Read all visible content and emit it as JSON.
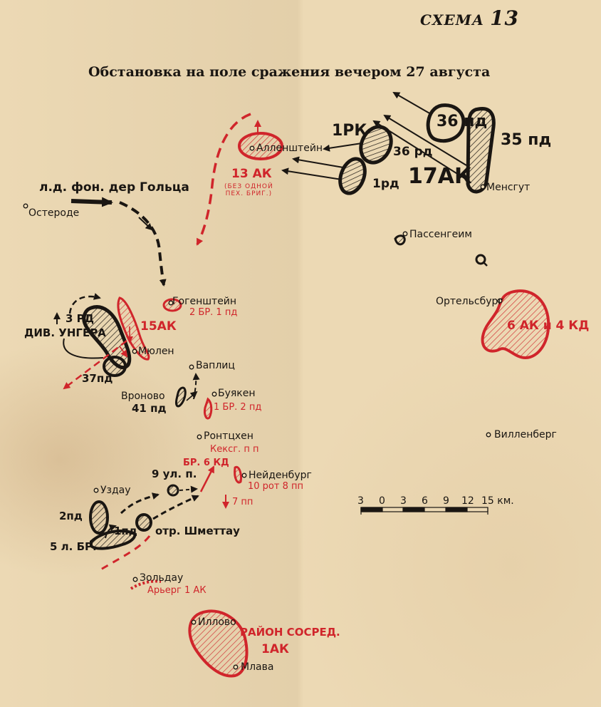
{
  "header": {
    "scheme_label": "СХЕМА",
    "scheme_number": "13",
    "title": "Обстановка на поле сражения вечером 27 августа"
  },
  "places": {
    "allenstein": "Алленштейн",
    "osterode": "Остероде",
    "mensgut": "Менсгут",
    "passenheim": "Пассенгеим",
    "hohenstein": "Гогенштейн",
    "ortelsburg": "Ортельсбург",
    "mulen": "Мюлен",
    "waplitz": "Ваплиц",
    "wronowo": "Вроново",
    "buyaken": "Буякен",
    "rontshen": "Ронтцхен",
    "neidenburg": "Нейденбург",
    "willenberg": "Вилленберг",
    "uzdau": "Уздау",
    "soldau": "Зольдау",
    "illowo": "Иллово",
    "mlawa": "Млава"
  },
  "units_german": {
    "corps_17": "17АК",
    "div_35": "35 пд",
    "div_36": "36 пд",
    "res_36": "36 рд",
    "cav_1": "1РК",
    "res_1": "1рд",
    "goltz": "л.д. фон. дер Гольца",
    "res_3": "3 РД",
    "unger": "ДИВ. УНГЕРА",
    "div_37": "37пд",
    "div_41": "41 пд",
    "uhl_9": "9 ул. п.",
    "div_2": "2пд",
    "div_1": "1пд",
    "brig_5": "5 л. БР.",
    "schmettau": "отр. Шметтау"
  },
  "units_russian": {
    "corps_13": "13 АК",
    "corps_13_note_1": "(БЕЗ ОДНОЙ",
    "corps_13_note_2": "ПЕХ. БРИГ.)",
    "corps_15": "15АК",
    "brig_2_div_1": "2 БР. 1 пд",
    "corps_6_cav_4": "6 АК и 4 КД",
    "brig_1_div_2": "1 БР. 2 пд",
    "kexholm": "Кексг. п п",
    "cav_6": "БР. 6 КД",
    "rot_10": "10 рот 8 пп",
    "regt_7": "7 пп",
    "rearguard": "Арьерг 1 АК",
    "concentration_1": "РАЙОН СОСРЕД.",
    "concentration_2": "1АК"
  },
  "scale": {
    "ticks": [
      "3",
      "0",
      "3",
      "6",
      "9",
      "12",
      "15 км."
    ]
  },
  "colors": {
    "paper": "#ecd9b4",
    "german": "#1a1612",
    "russian": "#d0252b"
  }
}
